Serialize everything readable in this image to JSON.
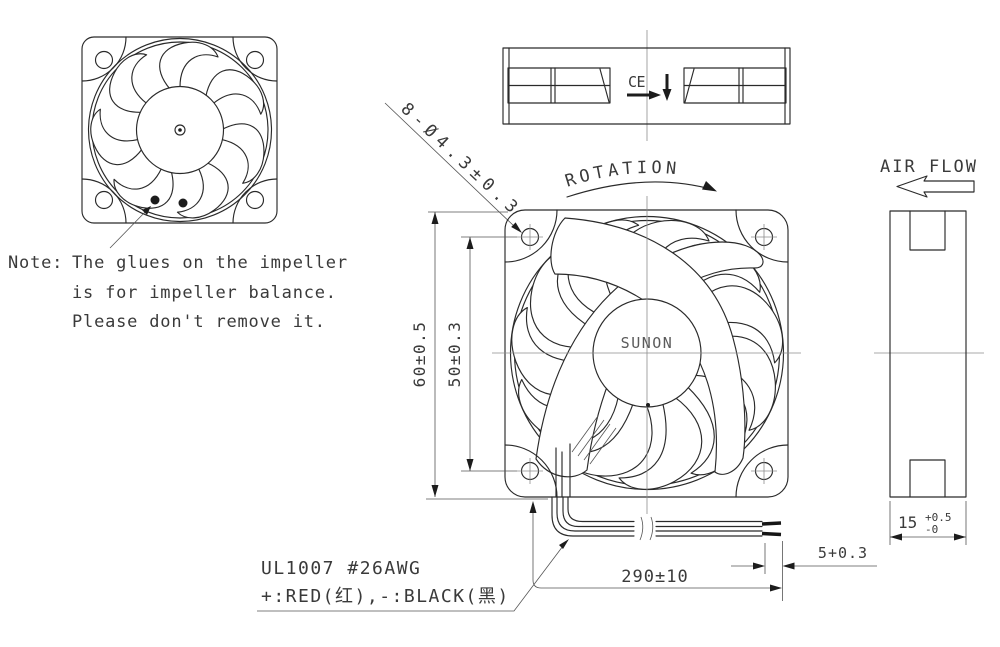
{
  "note": {
    "label": "Note:",
    "lines": [
      "The glues on the impeller",
      "is for impeller balance.",
      "Please don't remove it."
    ]
  },
  "front_view": {
    "brand": "SUNON"
  },
  "top_view": {
    "ce_mark": "CE"
  },
  "indicators": {
    "rotation": "ROTATION",
    "air_flow": "AIR FLOW"
  },
  "dimensions": {
    "mounting_holes": "8-Ø4.3±0.3",
    "frame_height": "60±0.5",
    "hole_pitch": "50±0.3",
    "wire_length": "290±10",
    "strip_length": "5+0.3",
    "thickness_value": "15",
    "thickness_plus": "+0.5",
    "thickness_minus": "-0"
  },
  "wire_spec": {
    "line1": "UL1007  #26AWG",
    "line2": "+:RED(红),-:BLACK(黑)"
  },
  "colors": {
    "line": "#2a2a2a",
    "text": "#3a3a3a",
    "background": "#ffffff"
  }
}
